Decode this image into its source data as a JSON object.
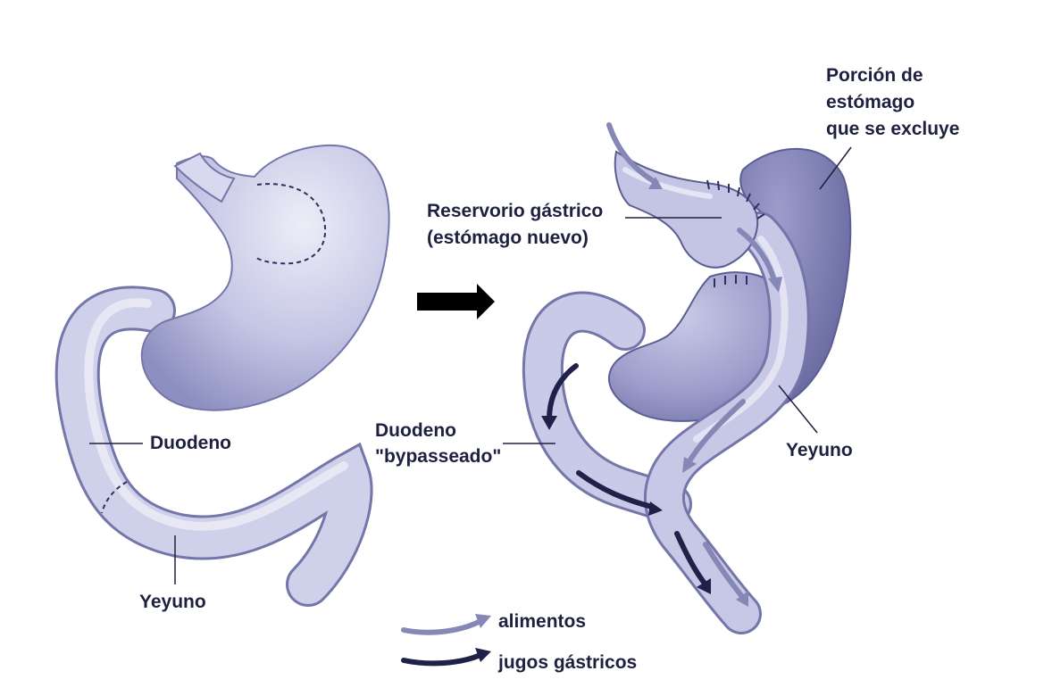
{
  "colors": {
    "organ_fill": "#b6b7dc",
    "organ_light": "#e6e6f4",
    "organ_dark": "#7c7db0",
    "excluded_fill": "#6f70a6",
    "outline": "#5c5e92",
    "arrow_main": "#000000",
    "arrow_food": "#8588b6",
    "arrow_juice": "#1f2148",
    "label_text": "#1e2040"
  },
  "labels": {
    "duodeno_left": "Duodeno",
    "yeyuno_left": "Yeyuno",
    "porcion": [
      "Porción de",
      "estómago",
      "que se excluye"
    ],
    "reservorio": [
      "Reservorio gástrico",
      "(estómago nuevo)"
    ],
    "duodeno_right": [
      "Duodeno",
      "\"bypasseado\""
    ],
    "yeyuno_right": "Yeyuno"
  },
  "legend": {
    "food": "alimentos",
    "juice": "jugos gástricos"
  },
  "icons": {
    "transition": "right-arrow-icon",
    "food": "curved-arrow-icon",
    "juice": "curved-arrow-icon"
  }
}
